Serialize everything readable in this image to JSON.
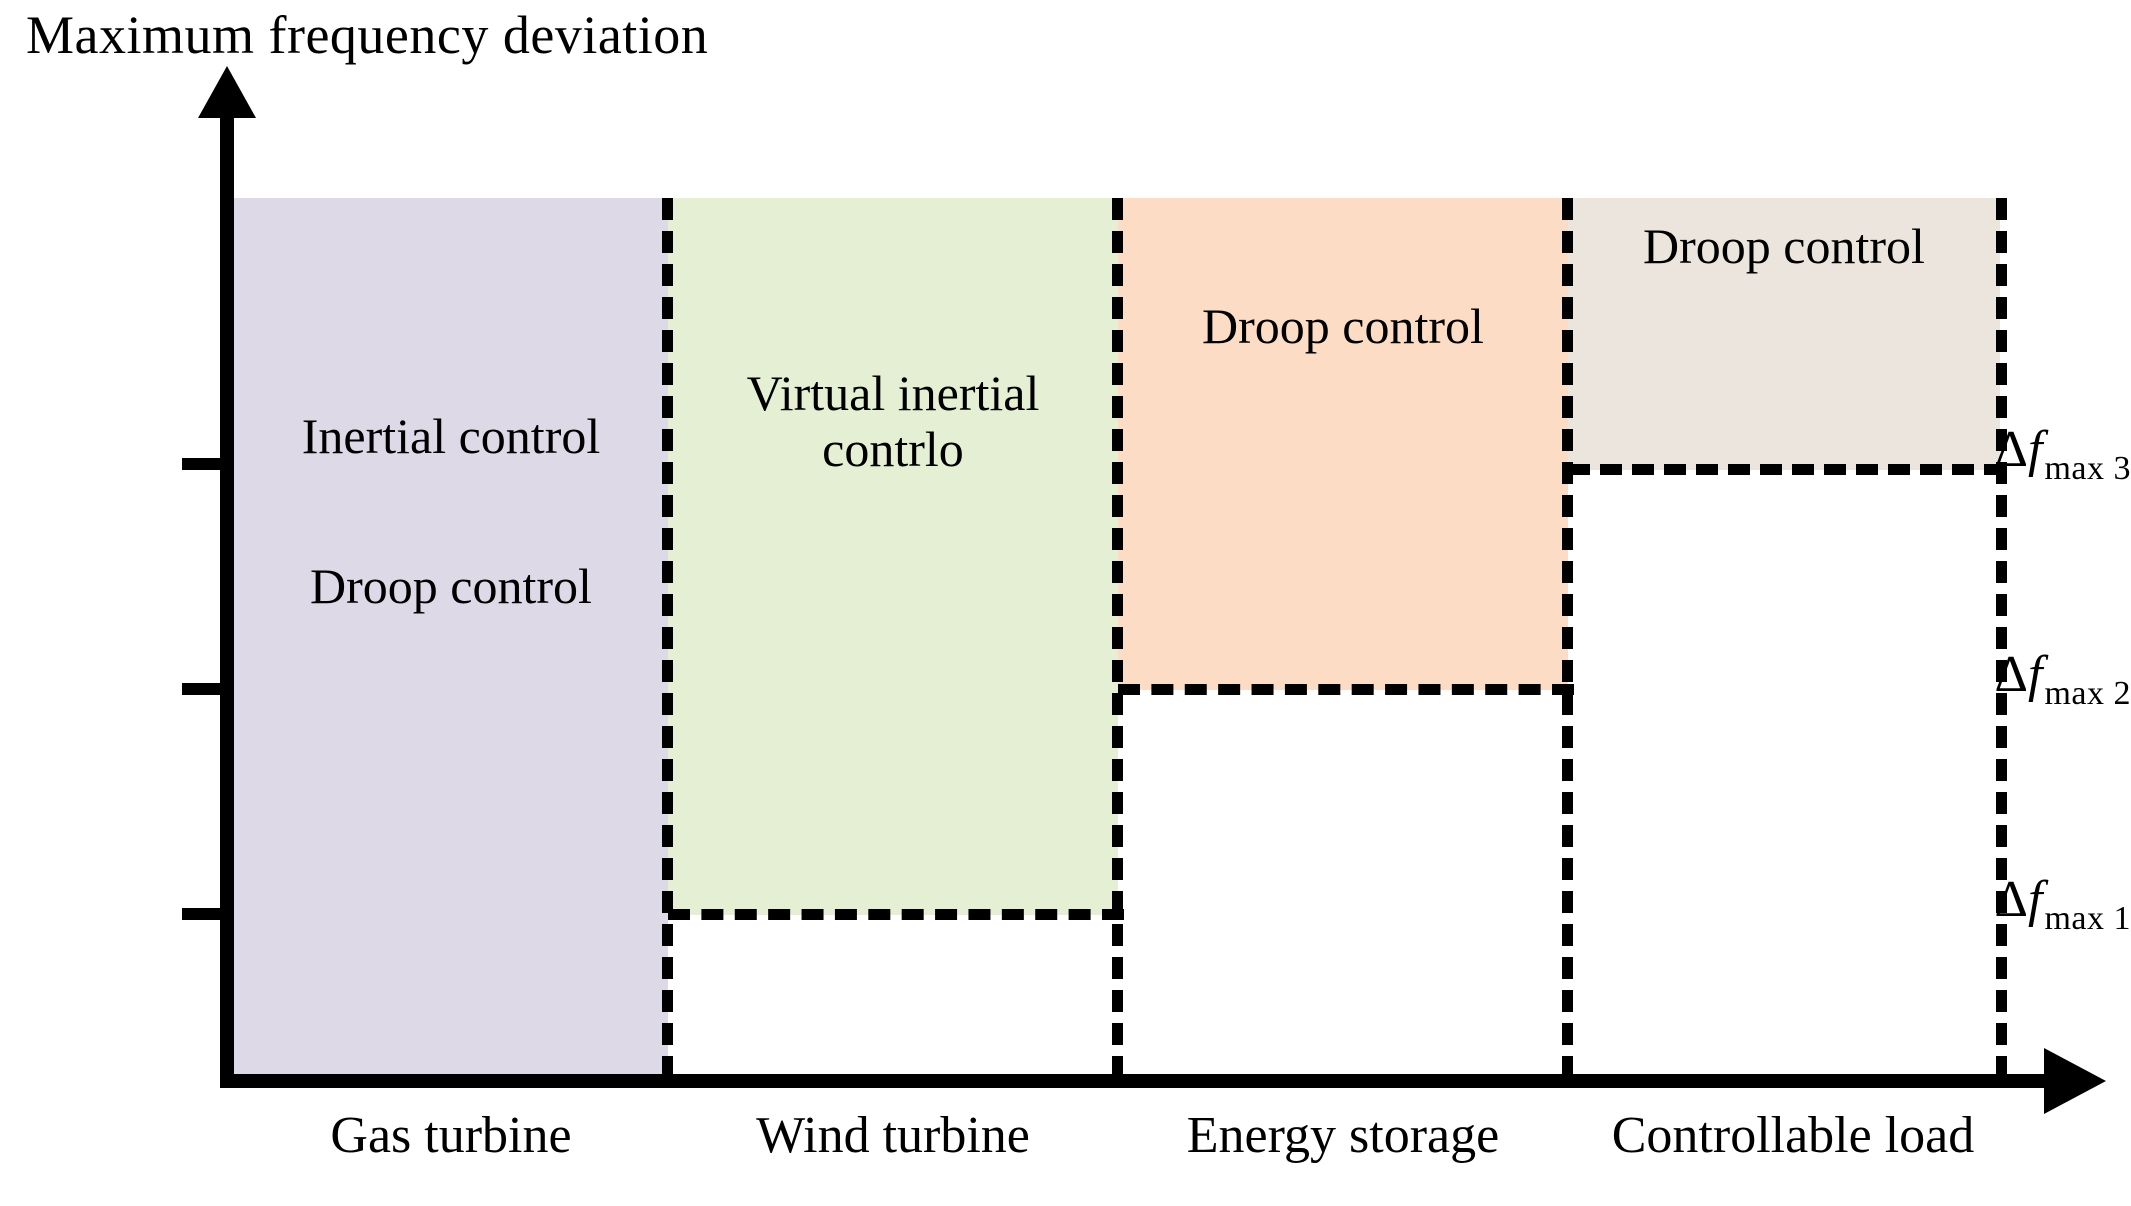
{
  "chart_data": {
    "type": "bar",
    "title": "Maximum frequency deviation",
    "xlabel": "",
    "ylabel": "Maximum frequency deviation",
    "grid": false,
    "legend": "none",
    "categories": [
      "Gas turbine",
      "Wind turbine",
      "Energy storage",
      "Controllable load"
    ],
    "y_tick_labels": [
      "Δf max 1",
      "Δf max 2",
      "Δf max 3"
    ],
    "y_tick_values": [
      1,
      2,
      3
    ],
    "series": [
      {
        "name": "Gas turbine",
        "bottom_label": "Droop control",
        "top_label": "Inertial control",
        "fill": "#ddd9e7",
        "extent_top": "max",
        "extent_bottom": "axis"
      },
      {
        "name": "Wind turbine",
        "bottom_label": "",
        "top_label": "Virtual inertial contrlo",
        "fill": "#e5efd4",
        "extent_top": "max",
        "extent_bottom": "Δf max 1"
      },
      {
        "name": "Energy storage",
        "bottom_label": "",
        "top_label": "Droop control",
        "fill": "#fcdcc4",
        "extent_top": "max",
        "extent_bottom": "Δf max 2"
      },
      {
        "name": "Controllable load",
        "bottom_label": "",
        "top_label": "Droop control",
        "fill": "#ece5dd",
        "extent_top": "max",
        "extent_bottom": "Δf max 3"
      }
    ]
  },
  "axis": {
    "y_title": "Maximum frequency deviation",
    "ticks": [
      {
        "delta": "Δ",
        "fvar": "f",
        "sub": "max 3"
      },
      {
        "delta": "Δ",
        "fvar": "f",
        "sub": "max 2"
      },
      {
        "delta": "Δ",
        "fvar": "f",
        "sub": "max 1"
      }
    ]
  },
  "categories": [
    {
      "label": "Gas turbine"
    },
    {
      "label": "Wind turbine"
    },
    {
      "label": "Energy storage"
    },
    {
      "label": "Controllable load"
    }
  ],
  "blocks": {
    "gas_turbine": {
      "upper_label": "Inertial control",
      "lower_label": "Droop control",
      "fill": "#ddd9e7"
    },
    "wind_turbine": {
      "label": "Virtual inertial\ncontrlo",
      "fill": "#e5efd4"
    },
    "energy_storage": {
      "label": "Droop control",
      "fill": "#fcdcc4"
    },
    "controllable_load": {
      "label": "Droop control",
      "fill": "#ece5dd"
    }
  },
  "colors": {
    "stroke": "#000000",
    "background": "#ffffff",
    "lavender": "#ddd9e7",
    "green": "#e5efd4",
    "peach": "#fcdcc4",
    "beige": "#ece5dd"
  }
}
